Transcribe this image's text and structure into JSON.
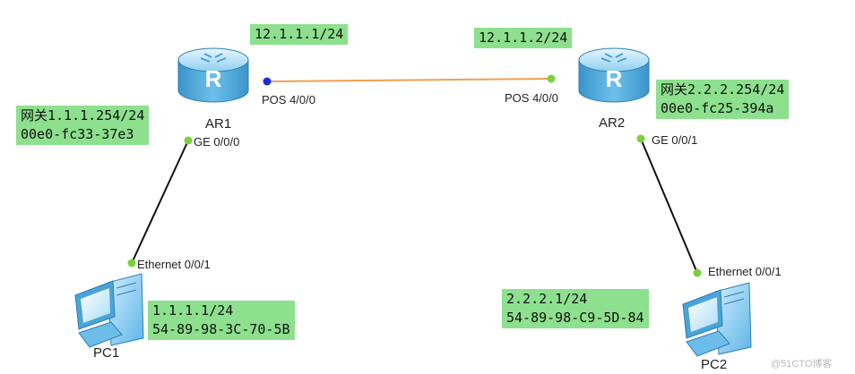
{
  "links": {
    "ar1_ar2": {
      "ip_ar1": "12.1.1.1/24",
      "ip_ar2": "12.1.1.2/24",
      "port_ar1": "POS 4/0/0",
      "port_ar2": "POS 4/0/0"
    },
    "ar1_pc1": {
      "port_ar1": "GE 0/0/0",
      "port_pc1": "Ethernet 0/0/1"
    },
    "ar2_pc2": {
      "port_ar2": "GE 0/0/1",
      "port_pc2": "Ethernet 0/0/1"
    }
  },
  "devices": {
    "ar1": {
      "name": "AR1",
      "gateway_line": "网关1.1.1.254/24",
      "mac": "00e0-fc33-37e3"
    },
    "ar2": {
      "name": "AR2",
      "gateway_line": "网关2.2.2.254/24",
      "mac": "00e0-fc25-394a"
    },
    "pc1": {
      "name": "PC1",
      "ip": "1.1.1.1/24",
      "mac": "54-89-98-3C-70-5B"
    },
    "pc2": {
      "name": "PC2",
      "ip": "2.2.2.1/24",
      "mac": "54-89-98-C9-5D-84"
    }
  },
  "watermark": "@51CTO博客",
  "colors": {
    "label_bg": "#8de08d",
    "pos_link": "#f0a050",
    "eth_link": "#111111",
    "router": "#5ab0e0",
    "dot_pos_ar1": "#1a2ee0",
    "dot_green": "#7ad23a"
  },
  "icons": {
    "router": "router-icon",
    "pc": "pc-icon"
  }
}
